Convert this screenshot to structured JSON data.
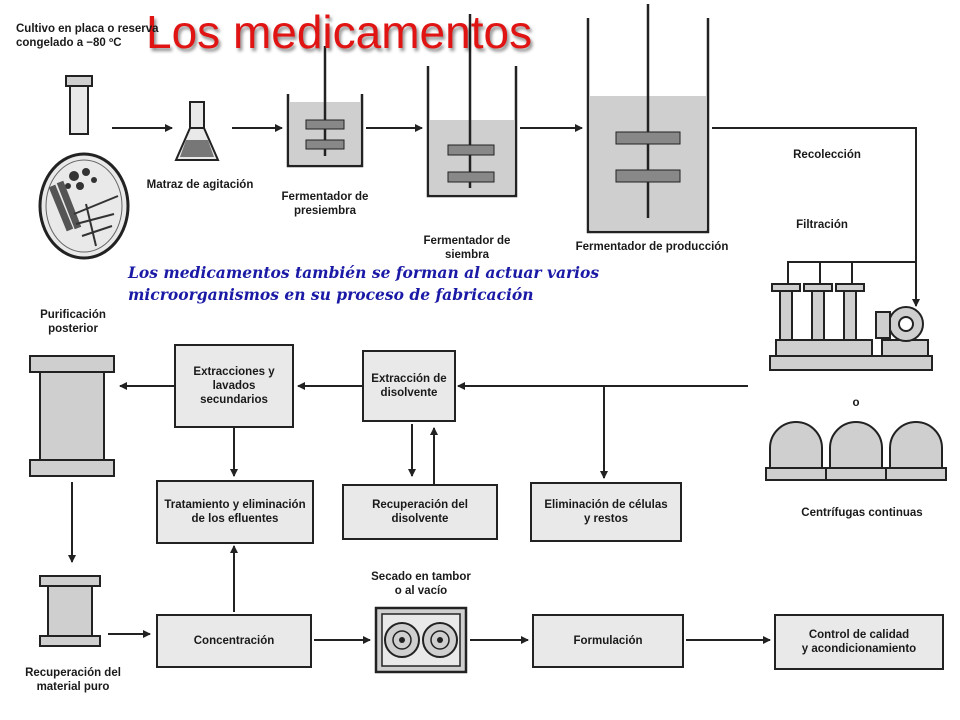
{
  "title": "Los medicamentos",
  "subtitle": "Los medicamentos también se forman al actuar varios\nmicroorganismos en su proceso de fabricación",
  "colors": {
    "title": "#e11414",
    "subtitle": "#1a1aa6",
    "line": "#222222",
    "fill": "#cfcfcf"
  },
  "labels": {
    "culture": "Cultivo en placa o reserva\ncongelado a −80 ºC",
    "shake_flask": "Matraz de agitación",
    "preseed": "Fermentador de\npresiembra",
    "seed": "Fermentador de\nsiembra",
    "production": "Fermentador de producción",
    "harvest": "Recolección",
    "filtration": "Filtración",
    "or": "o",
    "centrifuges": "Centrífugas continuas",
    "further_purification": "Purificación\nposterior",
    "pure_recovery": "Recuperación del\nmaterial puro",
    "drum_dryer": "Secado en tambor\no al vacío"
  },
  "boxes": {
    "extractions": "Extracciones y\nlavados\nsecundarios",
    "solvent_extraction": "Extracción de\ndisolvente",
    "effluent": "Tratamiento y eliminación\nde los efluentes",
    "solvent_recovery": "Recuperación del disolvente",
    "cell_removal": "Eliminación de células\ny restos",
    "concentration": "Concentración",
    "formulation": "Formulación",
    "qc": "Control de calidad\ny acondicionamiento"
  }
}
